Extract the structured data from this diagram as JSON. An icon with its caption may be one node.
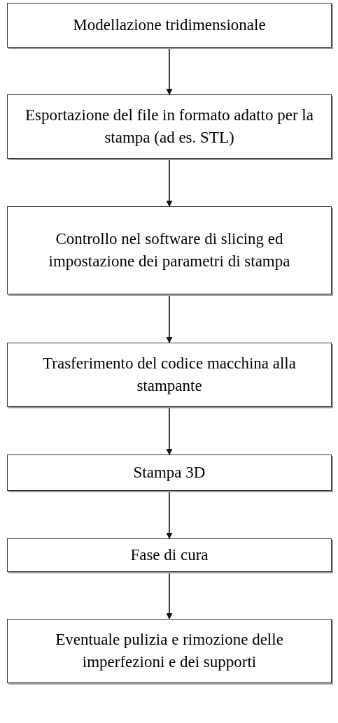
{
  "diagram": {
    "nodes": [
      {
        "text": [
          "Modellazione tridimensionale"
        ]
      },
      {
        "text": [
          "Esportazione del file in formato adatto per la stampa (ad es. STL)"
        ]
      },
      {
        "text": [
          "Controllo nel software di slicing ed impostazione dei parametri di stampa"
        ]
      },
      {
        "text": [
          "Trasferimento del codice macchina alla stampante"
        ]
      },
      {
        "text": [
          "Stampa 3D"
        ]
      },
      {
        "text": [
          "Fase di cura"
        ]
      },
      {
        "text": [
          "Eventuale pulizia e rimozione delle imperfezioni e dei supporti"
        ]
      }
    ],
    "edges": [
      {
        "from": 0,
        "to": 1,
        "arrow": "to"
      },
      {
        "from": 1,
        "to": 2,
        "arrow": "to"
      },
      {
        "from": 2,
        "to": 3,
        "arrow": "to"
      },
      {
        "from": 3,
        "to": 4,
        "arrow": "to"
      },
      {
        "from": 4,
        "to": 5,
        "arrow": "to"
      },
      {
        "from": 5,
        "to": 6,
        "arrow": "to"
      }
    ]
  }
}
